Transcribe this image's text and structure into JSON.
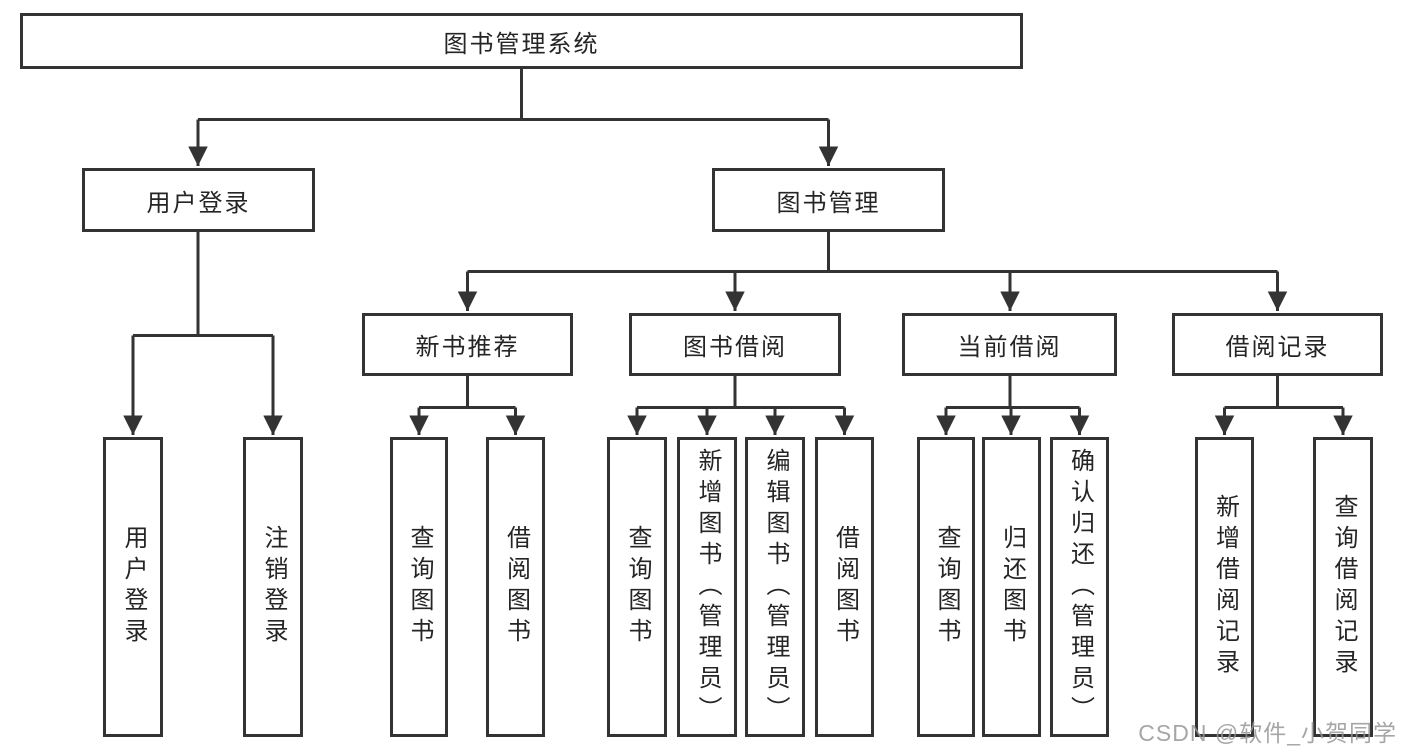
{
  "diagram": {
    "root": {
      "label": "图书管理系统"
    },
    "user_login": {
      "label": "用户登录",
      "children": [
        {
          "label": "用户登录"
        },
        {
          "label": "注销登录"
        }
      ]
    },
    "book_management": {
      "label": "图书管理",
      "sections": [
        {
          "label": "新书推荐",
          "children": [
            {
              "label": "查询图书"
            },
            {
              "label": "借阅图书"
            }
          ]
        },
        {
          "label": "图书借阅",
          "children": [
            {
              "label": "查询图书"
            },
            {
              "label": "新增图书（管理员）"
            },
            {
              "label": "编辑图书（管理员）"
            },
            {
              "label": "借阅图书"
            }
          ]
        },
        {
          "label": "当前借阅",
          "children": [
            {
              "label": "查询图书"
            },
            {
              "label": "归还图书"
            },
            {
              "label": "确认归还（管理员）"
            }
          ]
        },
        {
          "label": "借阅记录",
          "children": [
            {
              "label": "新增借阅记录"
            },
            {
              "label": "查询借阅记录"
            }
          ]
        }
      ]
    }
  },
  "watermark": "CSDN @软件_小贺同学",
  "colors": {
    "line": "#333333",
    "text": "#252525",
    "watermark": "#969696",
    "background": "#ffffff"
  }
}
